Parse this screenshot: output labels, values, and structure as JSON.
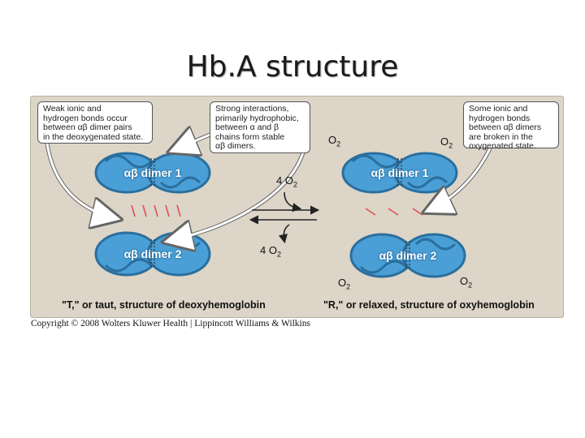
{
  "slide": {
    "title": "Hb.A structure",
    "copyright": "Copyright © 2008 Wolters Kluwer Health | Lippincott Williams & Wilkins"
  },
  "figure": {
    "callouts": {
      "weak_bonds": [
        "Weak ionic and",
        "hydrogen bonds occur",
        "between αβ dimer pairs",
        "in the deoxygenated state."
      ],
      "strong_interactions": [
        "Strong interactions,",
        "primarily hydrophobic,",
        "between α and β",
        "chains form stable",
        "αβ dimers."
      ],
      "broken_bonds": [
        "Some ionic and",
        "hydrogen bonds",
        "between αβ dimers",
        "are broken in the",
        "oxygenated state."
      ]
    },
    "dimer_labels": {
      "t_dimer1": "αβ dimer 1",
      "t_dimer2": "αβ dimer 2",
      "r_dimer1": "αβ dimer 1",
      "r_dimer2": "αβ dimer 2"
    },
    "oxygen": {
      "forward": "4 O",
      "reverse": "4 O",
      "bound": "O",
      "subscript": "2"
    },
    "captions": {
      "t_state": "\"T,\" or taut, structure of deoxyhemoglobin",
      "r_state": "\"R,\" or relaxed, structure of oxyhemoglobin"
    },
    "colors": {
      "protein": "#4a9fd6",
      "protein_dark": "#2a6f9e",
      "bond": "#e05050",
      "background": "#ddd5c7"
    }
  }
}
